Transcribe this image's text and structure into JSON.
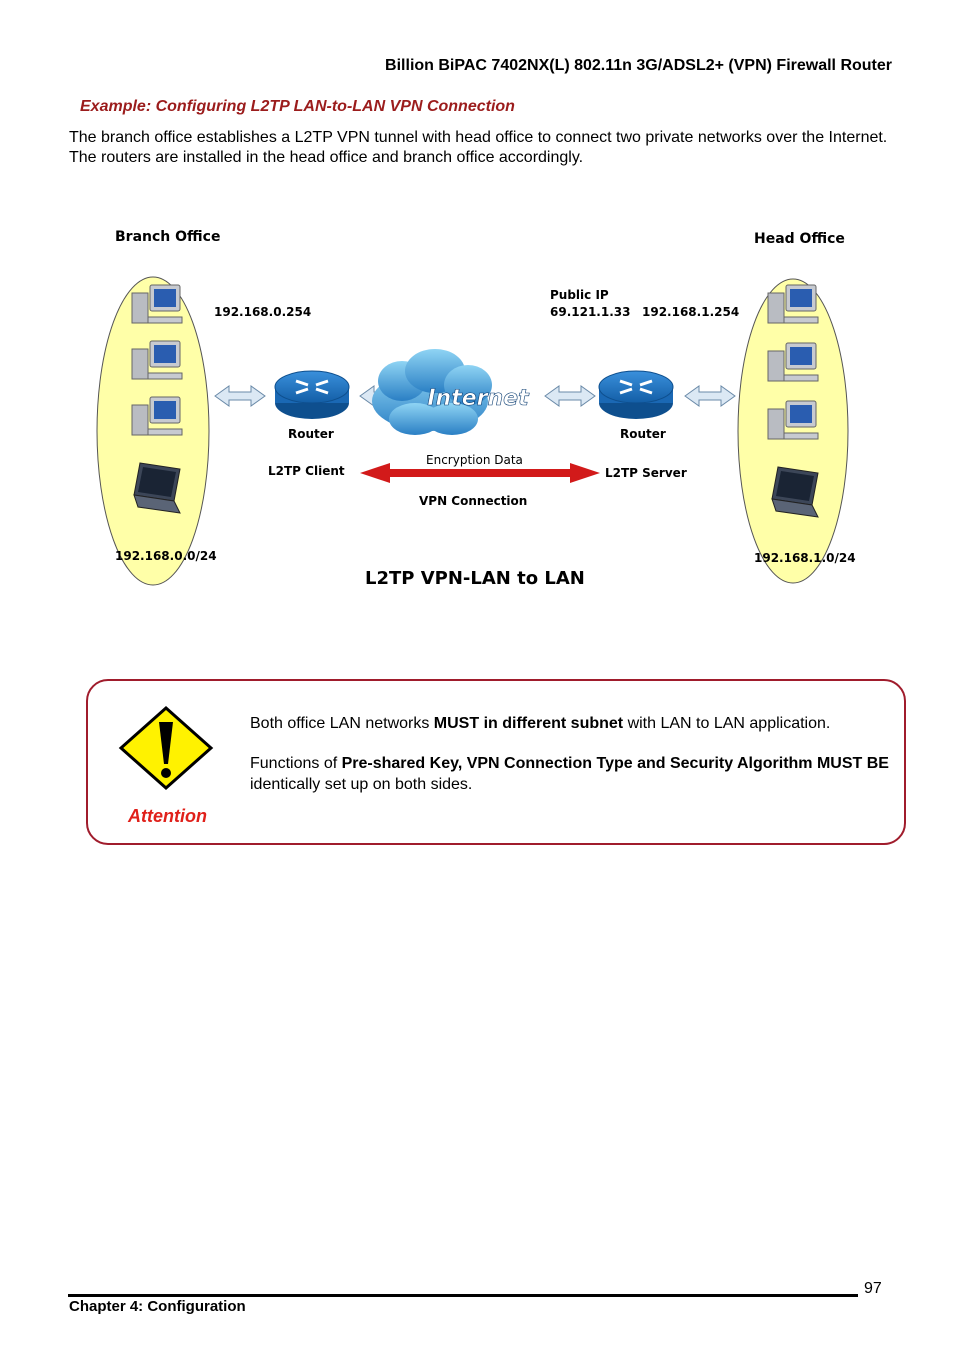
{
  "header": {
    "title": "Billion BiPAC 7402NX(L) 802.11n 3G/ADSL2+ (VPN) Firewall Router"
  },
  "section": {
    "title": "Example: Configuring L2TP LAN-to-LAN VPN Connection",
    "intro": "The branch office establishes a L2TP VPN tunnel with head office to connect two private networks over the Internet. The routers are installed in the head office and branch office accordingly."
  },
  "diagram": {
    "branch_label": "Branch Office",
    "head_label": "Head Office",
    "branch_ip": "192.168.0.254",
    "public_ip_label": "Public IP",
    "public_ip": "69.121.1.33",
    "head_ip": "192.168.1.254",
    "router_left": "Router",
    "router_right": "Router",
    "client_label": "L2TP Client",
    "server_label": "L2TP Server",
    "encryption_label": "Encryption Data",
    "vpn_label": "VPN Connection",
    "internet_label": "Internet",
    "branch_subnet": "192.168.0.0/24",
    "head_subnet": "192.168.1.0/24",
    "caption": "L2TP VPN-LAN to LAN"
  },
  "attention": {
    "label": "Attention",
    "line1_pre": "Both office LAN networks ",
    "line1_bold": "MUST in different subnet",
    "line1_post": " with LAN to LAN application.",
    "line2_pre": "Functions of ",
    "line2_bold": "Pre-shared Key, VPN Connection Type and Security Algorithm MUST BE",
    "line2_post": " identically set up on both sides."
  },
  "footer": {
    "chapter": "Chapter 4: Configuration",
    "page_number": "97"
  },
  "colors": {
    "title_red": "#9b1c1c",
    "attention_red": "#e0201a",
    "box_border": "#a01c2c",
    "ellipse_fill": "#ffffa8",
    "router_blue": "#1e78c8"
  }
}
